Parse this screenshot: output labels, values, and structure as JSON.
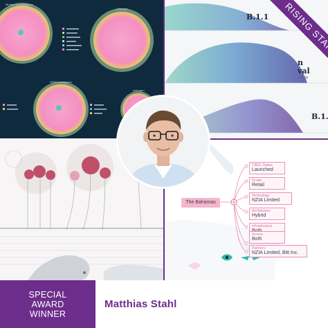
{
  "banner": {
    "line1": "SPECIAL",
    "line2": "AWARD",
    "line3": "WINNER",
    "name": "Matthias Stahl"
  },
  "rising_star": "RISING STAR",
  "ridgeline": {
    "label1": "B.1.1",
    "label2_part1": "n",
    "label2_part2": "val",
    "label2_part3": "440,00",
    "label3": "B.1."
  },
  "tree": {
    "root": "The Bahamas",
    "nodes": [
      {
        "key": "CBDC Status",
        "value": "Launched"
      },
      {
        "key": "Scope",
        "value": "Retail"
      },
      {
        "key": "Technology",
        "value": "NZIA Limited"
      },
      {
        "key": "Architecture",
        "value": "Hybrid"
      },
      {
        "key": "Infrastructure",
        "value": "Both"
      },
      {
        "key": "Access",
        "value": "Both"
      },
      {
        "key": "Partners",
        "value": "NZIA Limited, Bitt Inc."
      }
    ]
  },
  "network": {
    "titles": [
      "Ministry of Intelligence",
      "Unknown",
      "SRSC Intelligence",
      "pathogen"
    ]
  },
  "colors": {
    "accent": "#6d2d8b",
    "network_bg": "#0f2a3c",
    "pink": "#f5a0cc",
    "bubble": "#c0506a"
  }
}
